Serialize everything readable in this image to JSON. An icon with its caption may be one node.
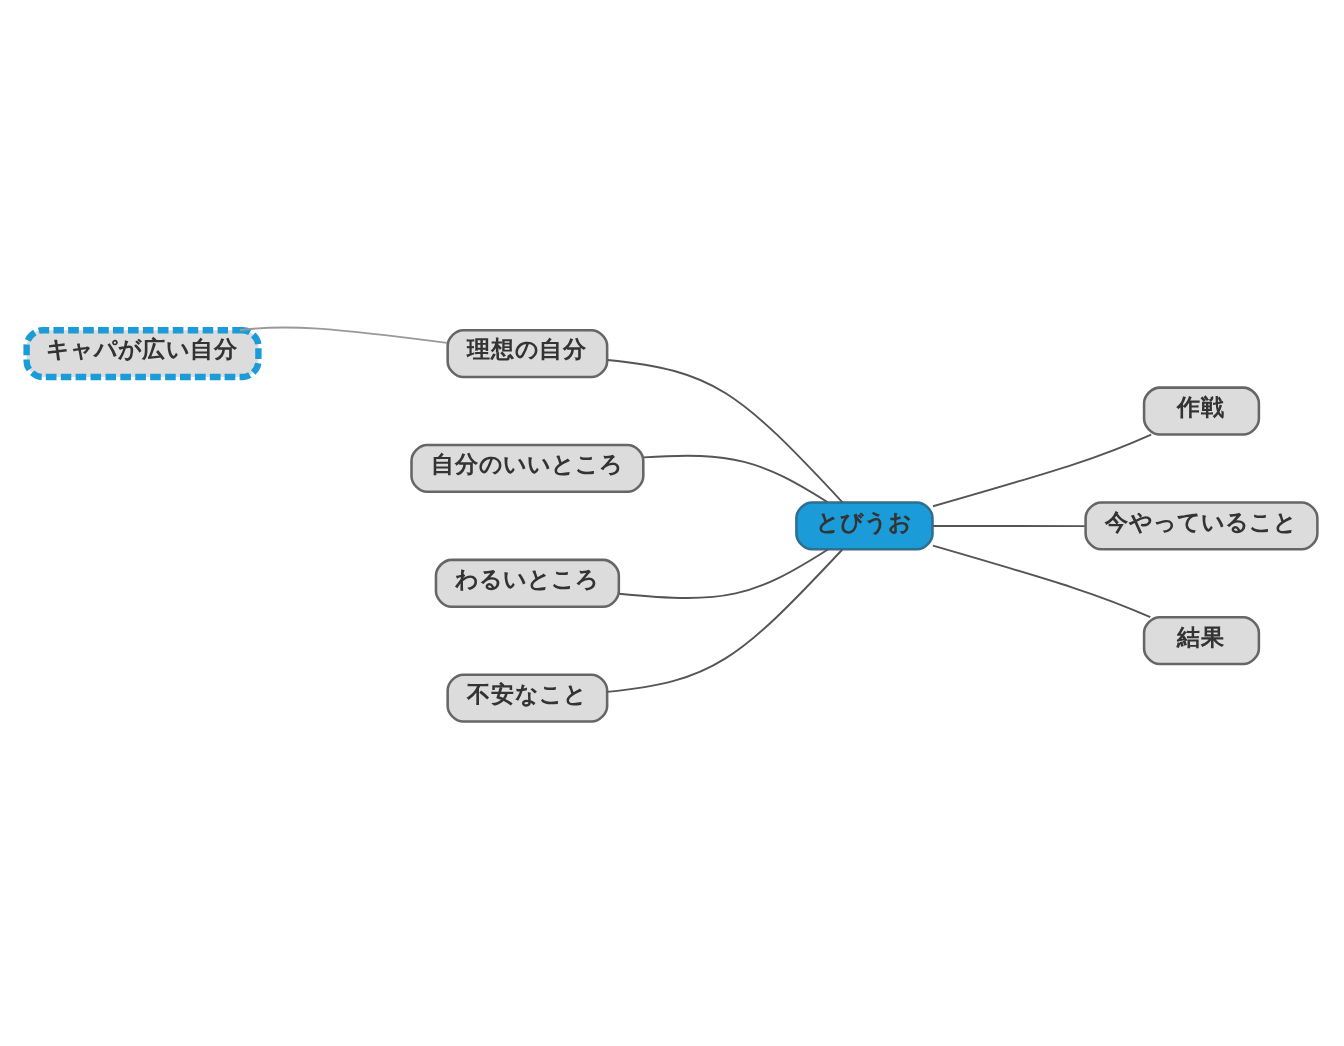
{
  "diagram": {
    "nodes": [
      {
        "text": [
          "とびうお"
        ]
      },
      {
        "text": [
          "作戦"
        ]
      },
      {
        "text": [
          "理想の自分"
        ]
      },
      {
        "text": [
          "キャパが広い自分"
        ]
      },
      {
        "text": [
          "今やっていること"
        ]
      },
      {
        "text": [
          "自分のいいところ"
        ]
      },
      {
        "text": [
          "わるいところ"
        ]
      },
      {
        "text": [
          "結果"
        ]
      },
      {
        "text": [
          "不安なこと"
        ]
      }
    ],
    "edges": [
      {
        "from": 0,
        "to": 1,
        "arrow": "none"
      },
      {
        "from": 0,
        "to": 2,
        "arrow": "none"
      },
      {
        "from": 2,
        "to": 3,
        "arrow": "none",
        "color": "#999999"
      },
      {
        "from": 0,
        "to": 4,
        "arrow": "none"
      },
      {
        "from": 0,
        "to": 5,
        "arrow": "none"
      },
      {
        "from": 0,
        "to": 6,
        "arrow": "none"
      },
      {
        "from": 0,
        "to": 7,
        "arrow": "none"
      },
      {
        "from": 0,
        "to": 8,
        "arrow": "none"
      }
    ]
  }
}
